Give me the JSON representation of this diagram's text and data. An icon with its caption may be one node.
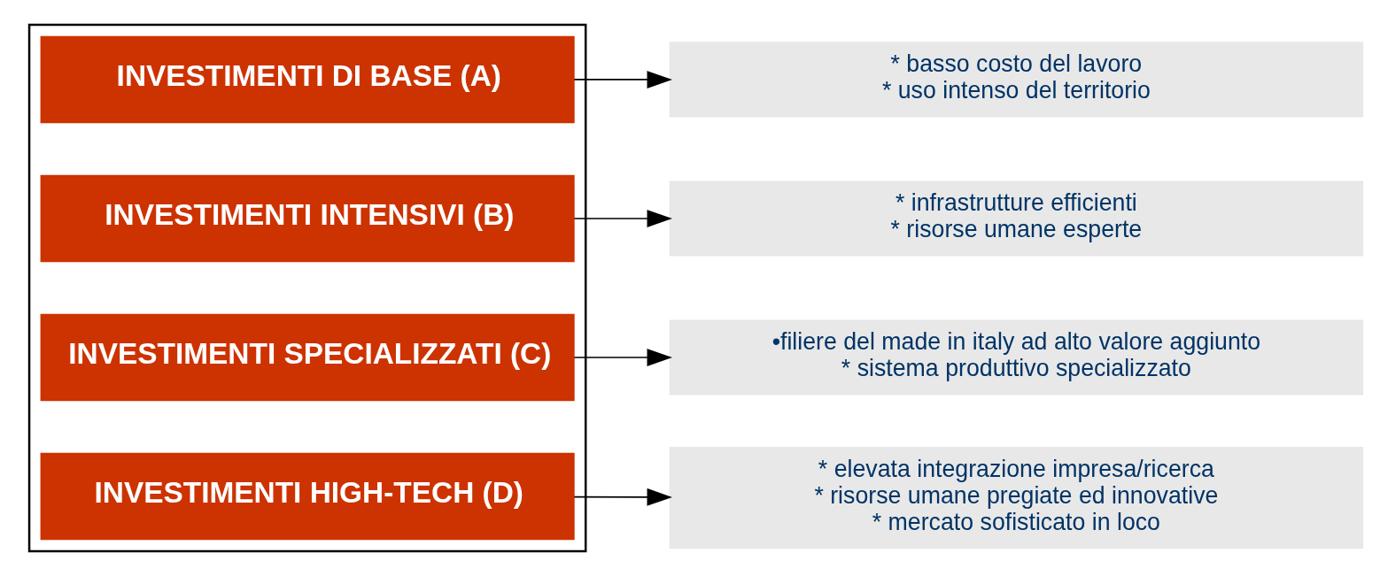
{
  "diagram": {
    "nodes": [
      {
        "text": [],
        "shape": "box"
      },
      {
        "text": [
          "INVESTIMENTI DI BASE (A)"
        ],
        "in": 0
      },
      {
        "text": [
          "INVESTIMENTI INTENSIVI (B)"
        ],
        "in": 0
      },
      {
        "text": [
          "INVESTIMENTI SPECIALIZZATI (C)"
        ],
        "in": 0
      },
      {
        "text": [
          "INVESTIMENTI HIGH-TECH (D)"
        ],
        "in": 0
      },
      {
        "text": [
          "* basso costo del lavoro",
          "* uso intenso del territorio"
        ]
      },
      {
        "text": [
          "* infrastrutture efficienti",
          "* risorse umane esperte"
        ]
      },
      {
        "text": [
          "•filiere del made in italy ad alto valore aggiunto",
          "* sistema produttivo specializzato"
        ]
      },
      {
        "text": [
          "* elevata integrazione impresa/ricerca",
          "* risorse umane pregiate ed innovative",
          "* mercato sofisticato in loco"
        ]
      }
    ],
    "edges": [
      {
        "from": 1,
        "to": 5,
        "arrow": "to"
      },
      {
        "from": 2,
        "to": 6,
        "arrow": "to"
      },
      {
        "from": 3,
        "to": 7,
        "arrow": "to"
      },
      {
        "from": 4,
        "to": 8,
        "arrow": "to"
      }
    ]
  }
}
